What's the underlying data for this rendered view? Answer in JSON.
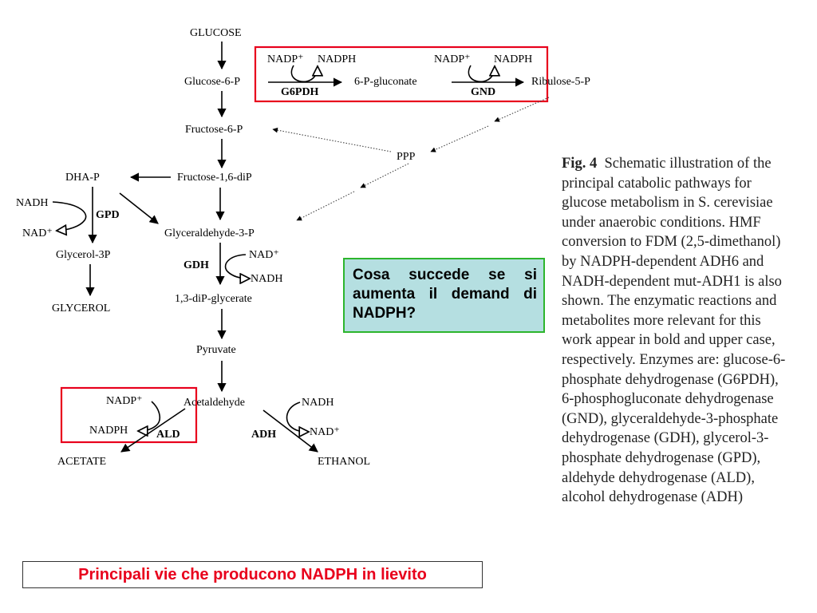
{
  "diagram": {
    "metabolites": {
      "glucose": "GLUCOSE",
      "glucose6p": "Glucose-6-P",
      "gluconate6p": "6-P-gluconate",
      "ribulose5p": "Ribulose-5-P",
      "fructose6p": "Fructose-6-P",
      "ppp": "PPP",
      "fructose16dip": "Fructose-1,6-diP",
      "dhap": "DHA-P",
      "glyceraldehyde3p": "Glyceraldehyde-3-P",
      "glycerol3p": "Glycerol-3P",
      "glycerol": "GLYCEROL",
      "diPglycerate": "1,3-diP-glycerate",
      "pyruvate": "Pyruvate",
      "acetaldehyde": "Acetaldehyde",
      "acetate": "ACETATE",
      "ethanol": "ETHANOL"
    },
    "enzymes": {
      "g6pdh": "G6PDH",
      "gnd": "GND",
      "gpd": "GPD",
      "gdh": "GDH",
      "ald": "ALD",
      "adh": "ADH"
    },
    "cofactors": {
      "nadp_plus": "NADP⁺",
      "nadph": "NADPH",
      "nadh": "NADH",
      "nad_plus": "NAD⁺"
    },
    "colors": {
      "highlight_box": "#e8001c",
      "question_border": "#2db52d",
      "question_fill": "#b5dfe1"
    }
  },
  "caption": {
    "label": "Fig. 4",
    "text": "Schematic illustration of the principal catabolic pathways for glucose metabolism in S. cerevisiae under anaerobic conditions. HMF conversion to FDM (2,5-dimethanol) by NADPH-dependent ADH6 and NADH-dependent mut-ADH1 is also shown. The enzymatic reactions and metabolites more relevant for this work appear in bold and upper case, respectively. Enzymes are: glucose-6-phosphate dehydrogenase (G6PDH), 6-phosphogluconate dehydrogenase (GND), glyceraldehyde-3-phosphate dehydrogenase (GDH), glycerol-3-phosphate dehydrogenase (GPD), aldehyde dehydrogenase (ALD), alcohol dehydrogenase (ADH)"
  },
  "question": "Cosa succede se si aumenta il demand di NADPH?",
  "bottom_title": "Principali vie che producono NADPH in lievito"
}
